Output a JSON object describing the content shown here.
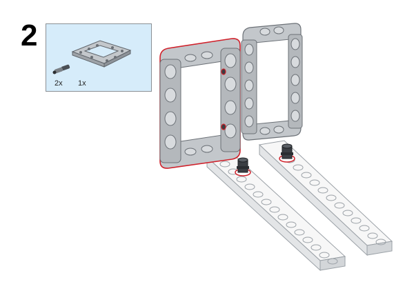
{
  "step": {
    "number": "2"
  },
  "parts_list": [
    {
      "name": "connector-pin",
      "quantity": "2x"
    },
    {
      "name": "open-frame-5x7",
      "quantity": "1x"
    }
  ],
  "colors": {
    "callout_bg": "#d6ecfa",
    "frame_gray": "#bfc3c7",
    "frame_outline": "#6b7076",
    "highlight_red": "#d0202a",
    "beam_white": "#f7f7f7",
    "pin_dark": "#2a2d31"
  }
}
